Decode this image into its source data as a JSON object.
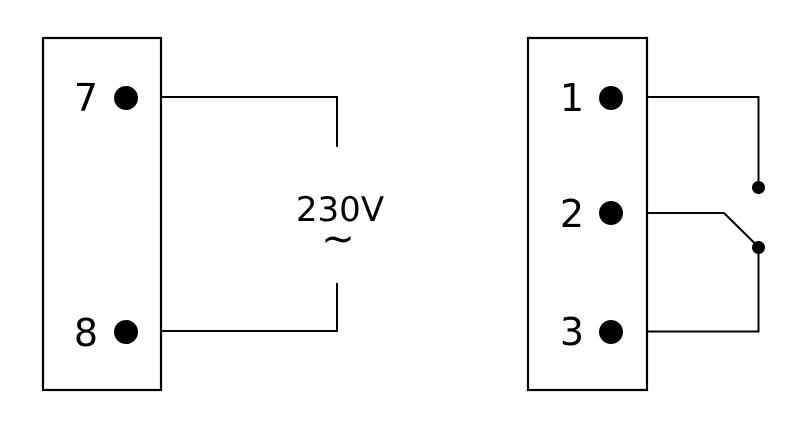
{
  "colors": {
    "line": "#000000",
    "dot_fill": "#000000",
    "background": "#ffffff"
  },
  "left_block": {
    "terminals": [
      {
        "label": "7"
      },
      {
        "label": "8"
      }
    ],
    "supply": {
      "voltage": "230V",
      "ac_symbol": "~"
    }
  },
  "right_block": {
    "terminals": [
      {
        "label": "1"
      },
      {
        "label": "2"
      },
      {
        "label": "3"
      }
    ]
  }
}
